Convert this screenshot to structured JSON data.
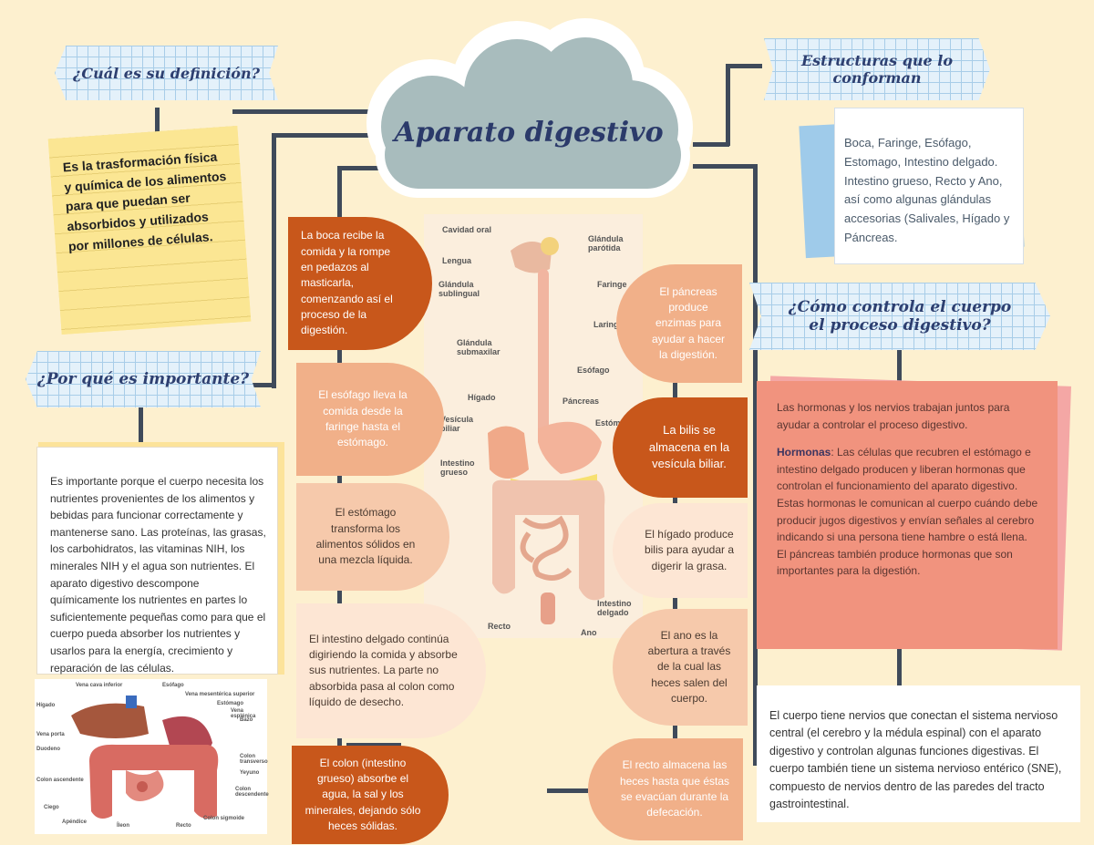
{
  "title": "Aparato digestivo",
  "headings": {
    "definition": "¿Cuál es su definición?",
    "importance": "¿Por qué es importante?",
    "structures": "Estructuras que lo conforman",
    "control": "¿Cómo controla el cuerpo el proceso digestivo?"
  },
  "definition_text": "Es la trasformación física y química de los alimentos para que puedan ser absorbidos y utilizados por millones de células.",
  "importance_text": "Es importante porque el cuerpo necesita los nutrientes provenientes de los alimentos y bebidas para funcionar correctamente y mantenerse sano. Las proteínas, las grasas, los carbohidratos, las vitaminas NIH, los minerales NIH y el agua son nutrientes. El aparato digestivo descompone químicamente los nutrientes en partes lo suficientemente pequeñas como para que el cuerpo pueda absorber los nutrientes y usarlos para la energía, crecimiento y reparación de las células.",
  "structures_text": "Boca, Faringe, Esófago, Estomago, Intestino delgado. Intestino grueso, Recto y Ano, así como algunas glándulas accesorias (Salivales, Hígado y Páncreas.",
  "control_text": {
    "intro": "Las hormonas y los nervios trabajan juntos para ayudar a controlar el proceso digestivo.",
    "bold": "Hormonas",
    "body": ": Las células que recubren el estómago e intestino delgado producen y liberan hormonas que controlan el funcionamiento del aparato digestivo. Estas hormonas le comunican al cuerpo cuándo debe producir jugos digestivos y envían señales al cerebro indicando si una persona tiene hambre o está llena. El páncreas también produce hormonas que son importantes para la digestión."
  },
  "nervous_text": "El cuerpo tiene nervios que conectan el sistema nervioso central (el cerebro y la médula espinal) con el aparato digestivo y controlan algunas funciones digestivas. El cuerpo también tiene un sistema nervioso entérico (SNE), compuesto de nervios dentro de las paredes del tracto gastrointestinal.",
  "left_steps": [
    "La boca recibe la comida y la rompe en pedazos al masticarla, comenzando así el proceso de la digestión.",
    "El esófago lleva la comida desde la faringe hasta el estómago.",
    "El estómago transforma los alimentos sólidos en una mezcla líquida.",
    "El intestino delgado continúa digiriendo la comida y absorbe sus nutrientes. La parte no absorbida pasa al colon como líquido de desecho.",
    "El colon (intestino grueso) absorbe el agua, la sal y los minerales, dejando sólo heces sólidas."
  ],
  "right_steps": [
    "El páncreas produce enzimas para ayudar a hacer la digestión.",
    "La bilis se almacena en la vesícula biliar.",
    "El hígado produce bilis para ayudar a digerir la grasa.",
    "El ano es la abertura a través de la cual las heces salen del cuerpo.",
    "El recto almacena las heces hasta que éstas se evacúan durante la defecación."
  ],
  "diagram_labels": [
    "Cavidad oral",
    "Glándula parótida",
    "Lengua",
    "Glándula sublingual",
    "Faringe",
    "Glándula submaxilar",
    "Laringe",
    "Esófago",
    "Hígado",
    "Páncreas",
    "Vesícula biliar",
    "Estómago",
    "Intestino grueso",
    "Intestino delgado",
    "Recto",
    "Ano"
  ],
  "small_labels": [
    "Vena cava inferior",
    "Esófago",
    "Vena mesentérica superior",
    "Hígado",
    "Estómago",
    "Vena esplénica",
    "Bazo",
    "Vena porta",
    "Duodeno",
    "Colon transverso",
    "Yeyuno",
    "Colon ascendente",
    "Colon descendente",
    "Ciego",
    "Apéndice",
    "Íleon",
    "Recto",
    "Colon sigmoide"
  ]
}
